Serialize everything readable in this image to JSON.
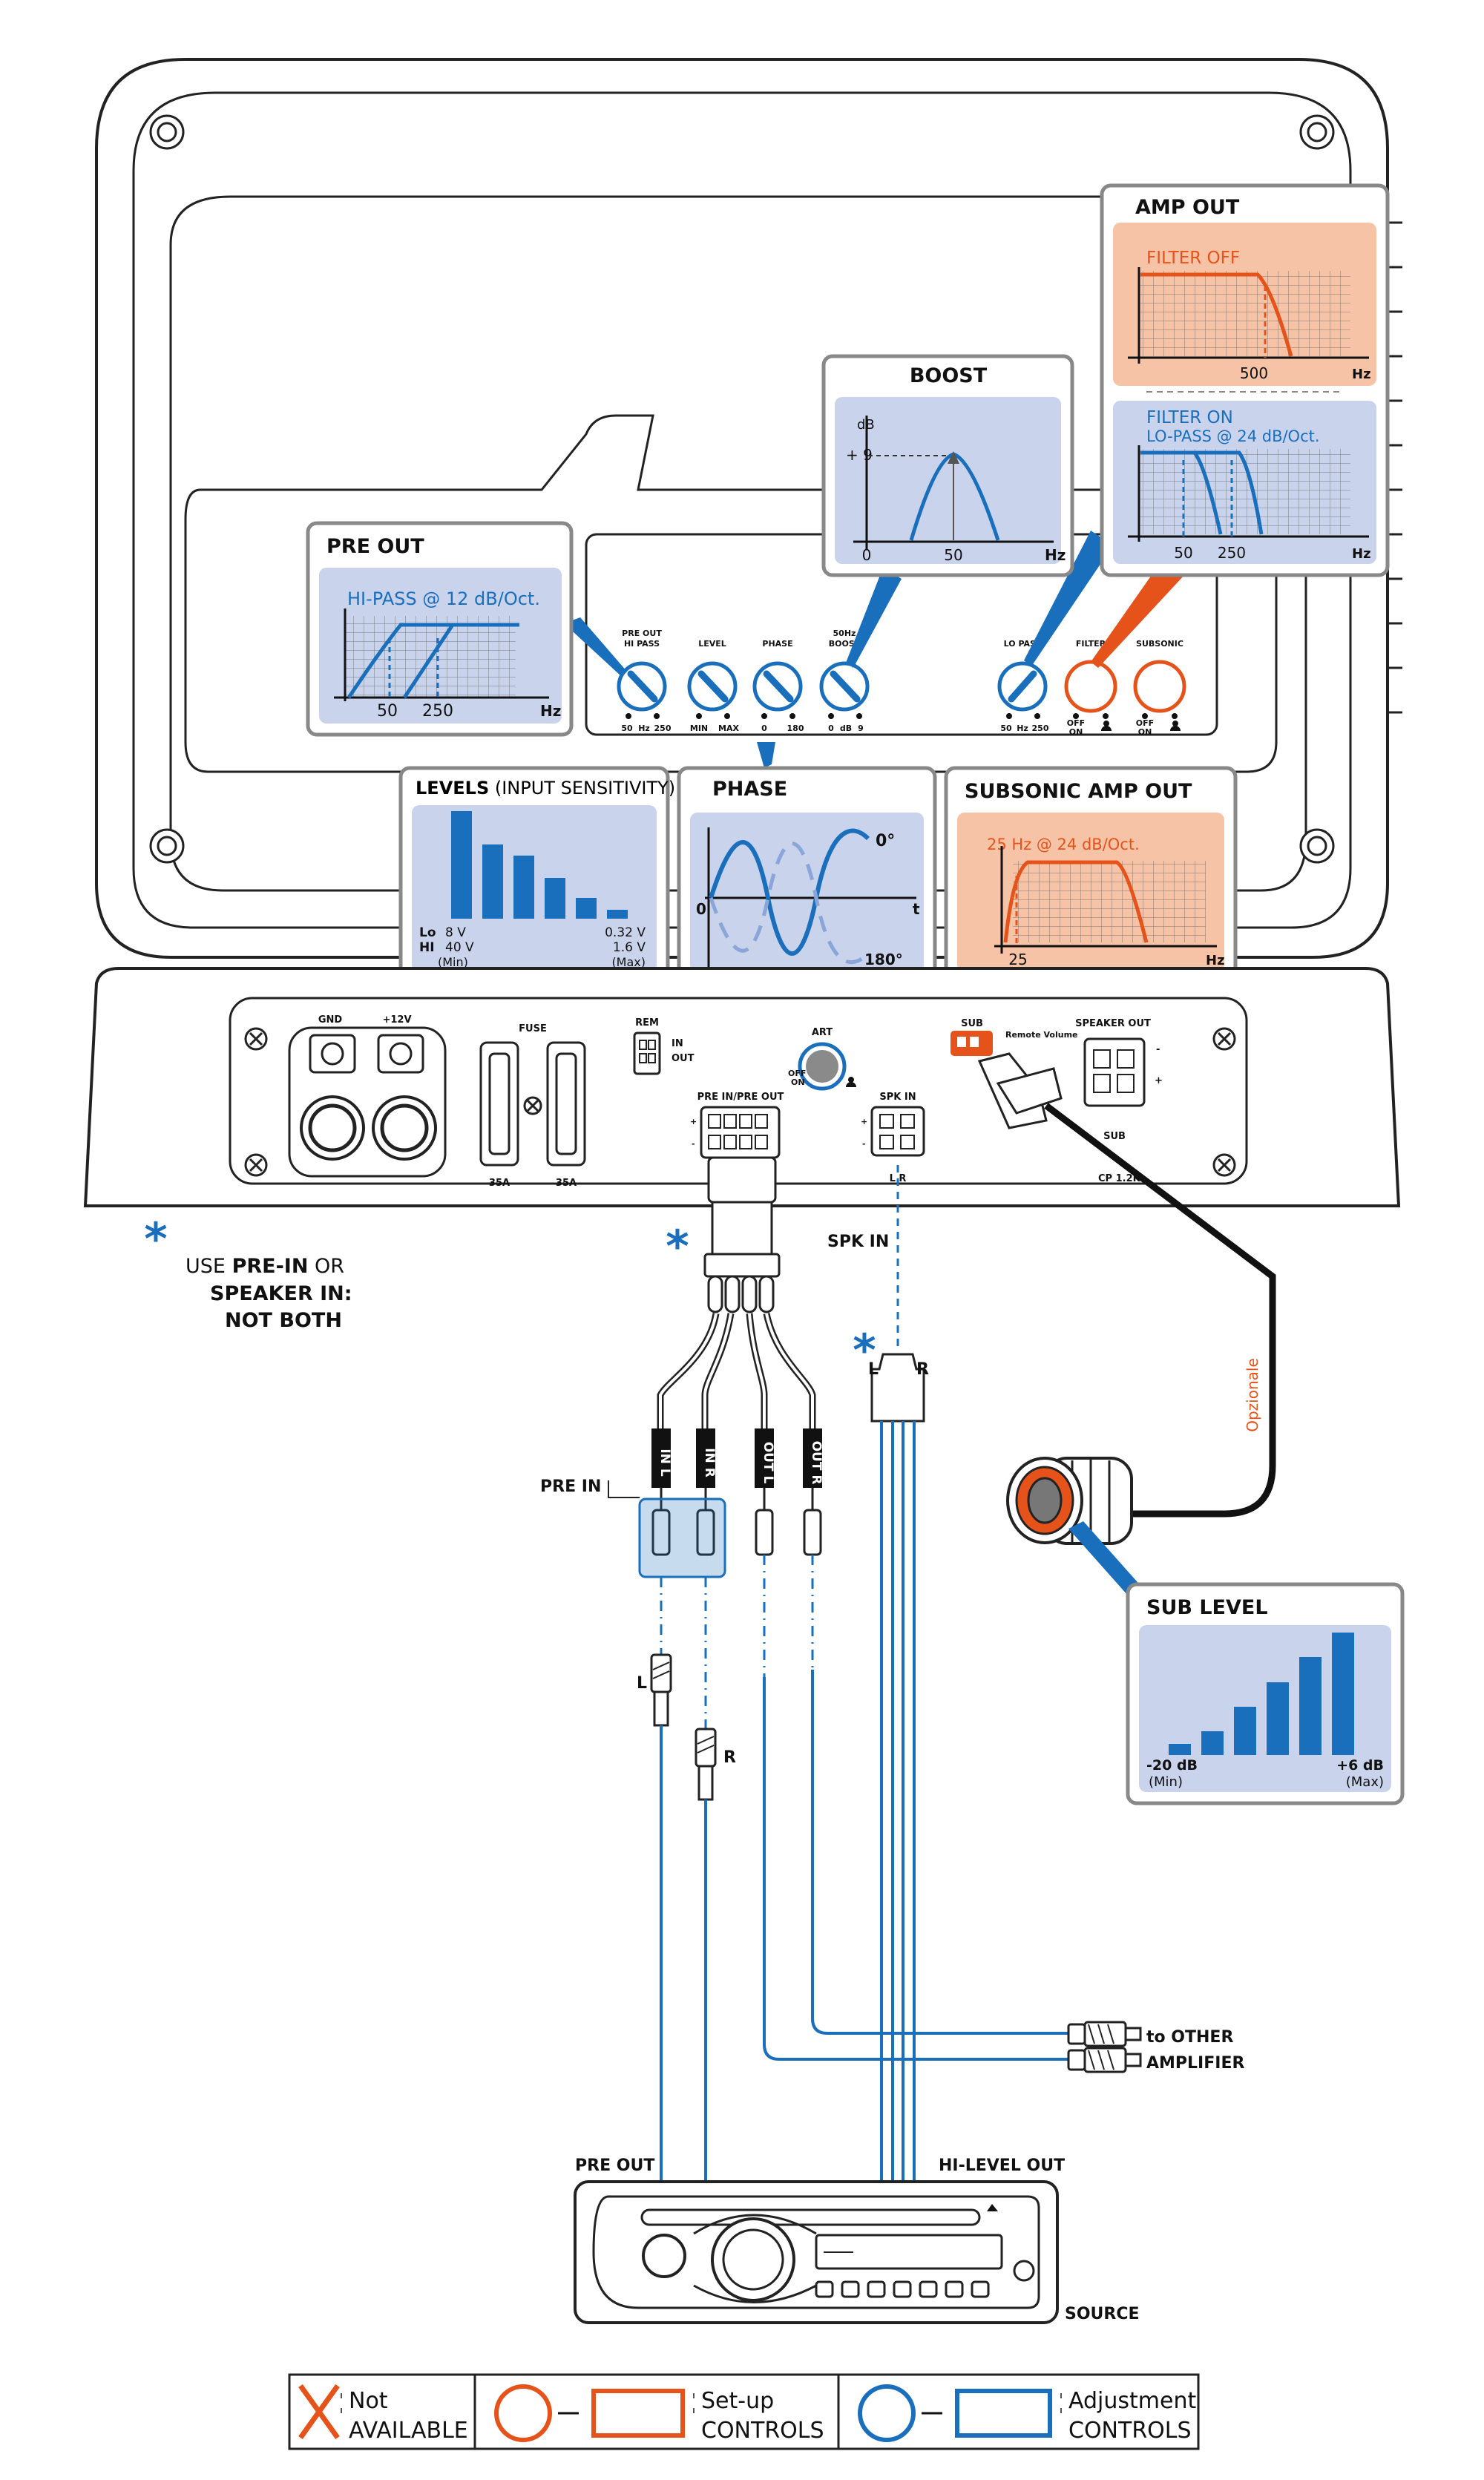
{
  "colors": {
    "adjust_blue": "#1a6fbd",
    "setup_orange": "#e5531a",
    "panel_blue_bg": "#c9d3ec",
    "panel_orange_bg": "#f6c3a6"
  },
  "knobs": {
    "preout_hipass": "PRE OUT\nHI PASS",
    "preout_hipass_l1": "PRE OUT",
    "preout_hipass_l2": "HI PASS",
    "preout_min": "50",
    "preout_mid": "Hz",
    "preout_max": "250",
    "level": "LEVEL",
    "level_min": "MIN",
    "level_max": "MAX",
    "phase": "PHASE",
    "phase_min": "0",
    "phase_max": "180",
    "boost_l1": "50Hz",
    "boost_l2": "BOOST",
    "boost_min": "0",
    "boost_mid": "dB",
    "boost_max": "9",
    "lopass": "LO PASS",
    "lopass_min": "50",
    "lopass_mid": "Hz",
    "lopass_max": "250",
    "filter": "FILTER",
    "filter_off": "OFF",
    "filter_on": "ON",
    "subsonic": "SUBSONIC",
    "subsonic_off": "OFF",
    "subsonic_on": "ON"
  },
  "panels": {
    "pre_out": {
      "title": "PRE OUT",
      "caption": "HI-PASS @ 12 dB/Oct.",
      "x1": "50",
      "x2": "250",
      "unit": "Hz"
    },
    "boost": {
      "title": "BOOST",
      "yunit": "dB",
      "ytick": "+ 9",
      "x0": "0",
      "x1": "50",
      "unit": "Hz"
    },
    "amp_out": {
      "title": "AMP OUT",
      "off_caption": "FILTER OFF",
      "off_x": "500",
      "off_unit": "Hz",
      "on_caption1": "FILTER ON",
      "on_caption2": "LO-PASS @ 24 dB/Oct.",
      "on_x1": "50",
      "on_x2": "250",
      "on_unit": "Hz"
    },
    "levels": {
      "title_bold": "LEVELS",
      "title_rest": " (INPUT SENSITIVITY)",
      "lo": "Lo",
      "hi": "HI",
      "lo_min": "8 V",
      "hi_min": "40 V",
      "min": "(Min)",
      "lo_max": "0.32 V",
      "hi_max": "1.6 V",
      "max": "(Max)"
    },
    "phase": {
      "title": "PHASE",
      "deg0": "0°",
      "deg180": "180°",
      "zero": "0",
      "t": "t"
    },
    "subsonic": {
      "title": "SUBSONIC AMP OUT",
      "caption": "25 Hz  @  24 dB/Oct.",
      "x1": "25",
      "unit": "Hz"
    },
    "sub_level": {
      "title": "SUB LEVEL",
      "min_val": "-20 dB",
      "min": "(Min)",
      "max_val": "+6 dB",
      "max": "(Max)"
    }
  },
  "amp": {
    "gnd": "GND",
    "plus12": "+12V",
    "fuse": "FUSE",
    "fuse_a": "35A",
    "fuse_b": "35A",
    "rem": "REM",
    "rem_in": "IN",
    "rem_out": "OUT",
    "art": "ART",
    "art_off": "OFF",
    "art_on": "ON",
    "sub": "SUB",
    "remote_volume": "Remote Volume",
    "speaker_out": "SPEAKER OUT",
    "speaker_sub": "SUB",
    "model": "CP 1.2K",
    "pre_in_out": "PRE IN/PRE OUT",
    "spk_in": "SPK IN",
    "spk_lr": "L  R"
  },
  "wiring": {
    "note_l1": "USE",
    "note_l1b": "PRE-IN",
    "note_l1c": "OR",
    "note_l2": "SPEAKER IN:",
    "note_l3": "NOT BOTH",
    "spk_in": "SPK IN",
    "in_l": "IN L",
    "in_r": "IN R",
    "out_l": "OUT L",
    "out_r": "OUT R",
    "pre_in": "PRE IN",
    "rca_l": "L",
    "rca_r": "R",
    "plug_l": "L",
    "plug_r": "R",
    "opzionale": "Opzionale",
    "to_other_1": "to OTHER",
    "to_other_2": "AMPLIFIER",
    "pre_out": "PRE OUT",
    "hi_level_out": "HI-LEVEL OUT",
    "source": "SOURCE"
  },
  "legend": {
    "not_1": "Not",
    "not_2": "AVAILABLE",
    "setup_1": "Set-up",
    "setup_2": "CONTROLS",
    "adj_1": "Adjustment",
    "adj_2": "CONTROLS"
  }
}
